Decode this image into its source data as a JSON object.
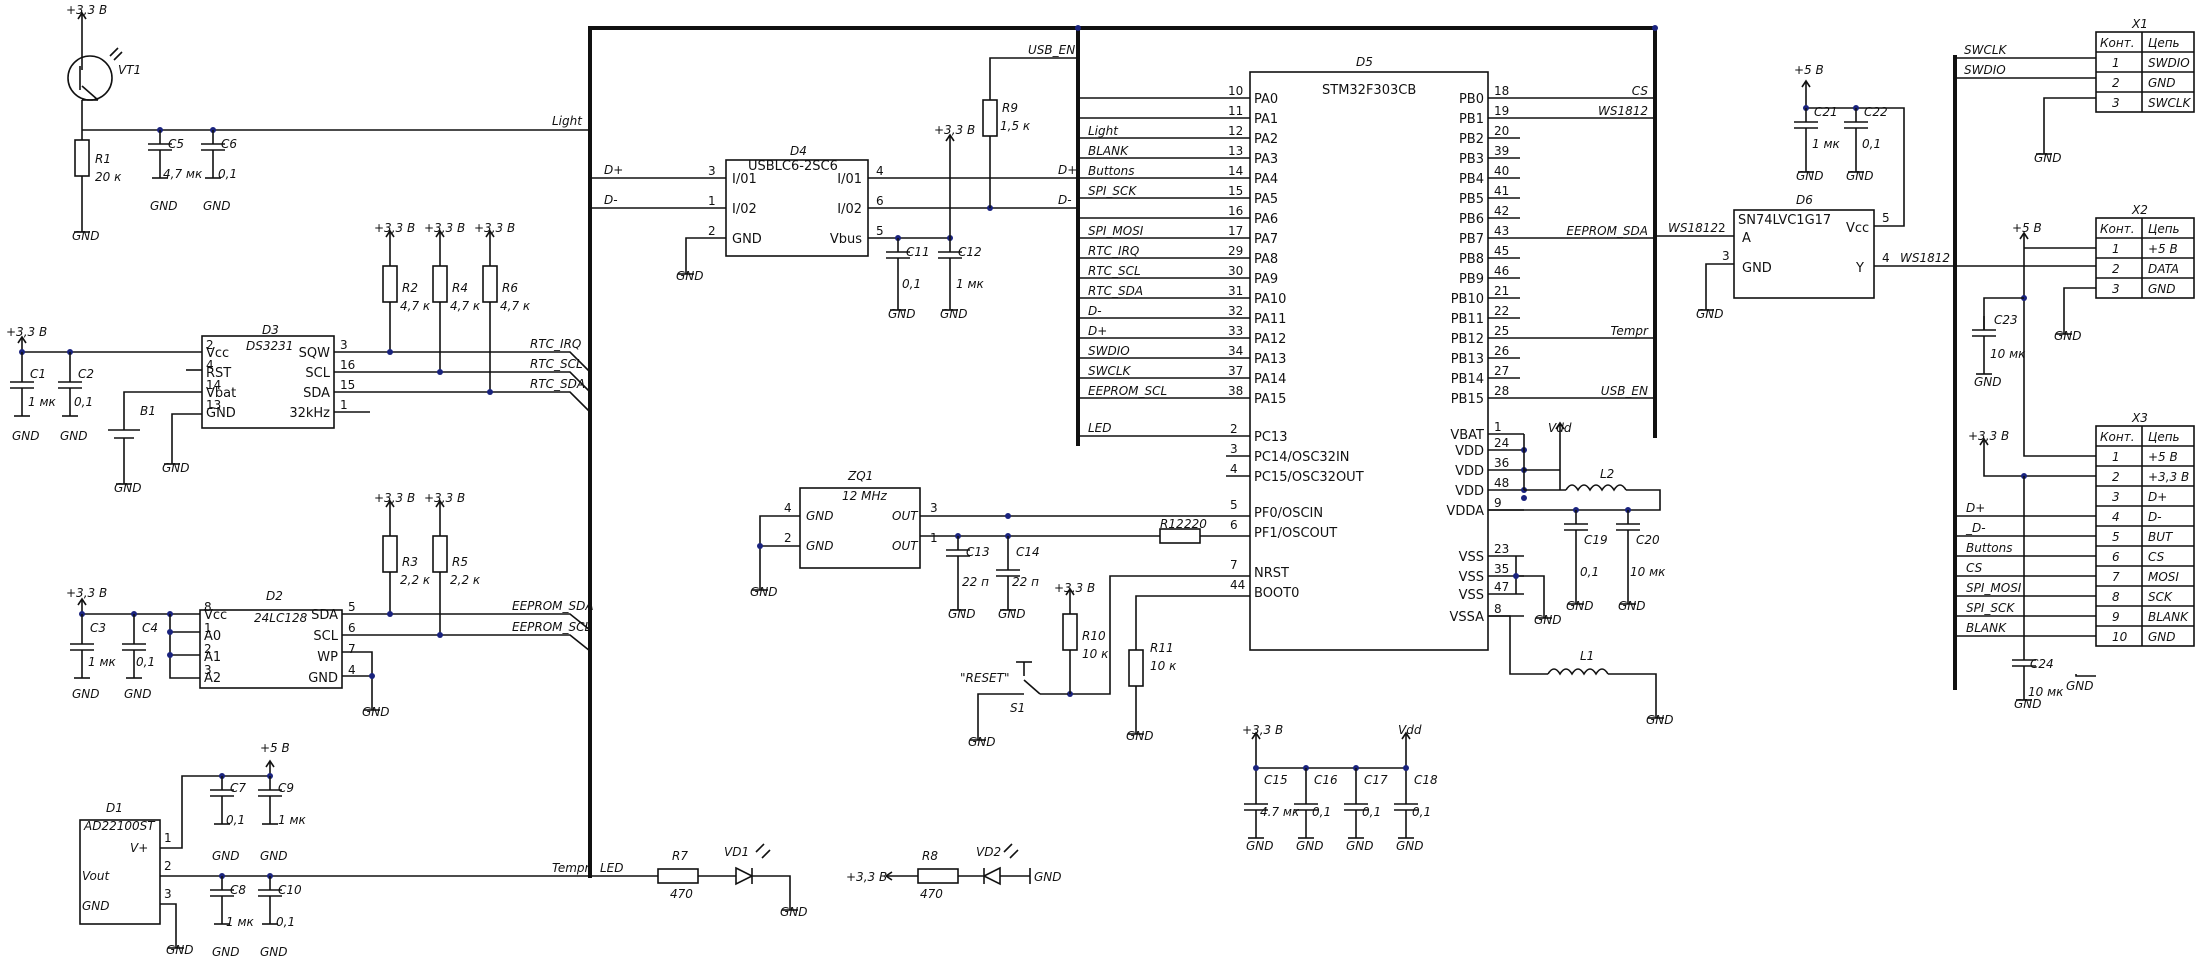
{
  "nets": {
    "p33": "+3,3 В",
    "p5": "+5 В",
    "gnd": "GND",
    "vdd": "Vdd",
    "light": "Light",
    "dplus": "D+",
    "dminus": "D-",
    "usb_en": "USB_EN",
    "rtc_irq": "RTC_IRQ",
    "rtc_scl": "RTC_SCL",
    "rtc_sda": "RTC_SDA",
    "eeprom_sda": "EEPROM_SDA",
    "eeprom_scl": "EEPROM_SCL",
    "tempr": "Tempr",
    "led": "LED",
    "cs": "CS",
    "ws1812": "WS1812",
    "swclk": "SWCLK",
    "swdio": "SWDIO",
    "reset": "\"RESET\""
  },
  "vt1": {
    "ref": "VT1"
  },
  "r1": {
    "ref": "R1",
    "val": "20 к"
  },
  "c5": {
    "ref": "C5",
    "val": "4,7 мк"
  },
  "c6": {
    "ref": "C6",
    "val": "0,1"
  },
  "r2": {
    "ref": "R2",
    "val": "4,7 к"
  },
  "r4": {
    "ref": "R4",
    "val": "4,7 к"
  },
  "r6": {
    "ref": "R6",
    "val": "4,7 к"
  },
  "r3": {
    "ref": "R3",
    "val": "2,2 к"
  },
  "r5": {
    "ref": "R5",
    "val": "2,2 к"
  },
  "c1": {
    "ref": "C1",
    "val": "1 мк"
  },
  "c2": {
    "ref": "C2",
    "val": "0,1"
  },
  "b1": {
    "ref": "B1"
  },
  "d3": {
    "ref": "D3",
    "name": "DS3231",
    "left": [
      "Vcc",
      "RST",
      "Vbat",
      "GND"
    ],
    "left_pins": [
      "2",
      "4",
      "14",
      "13"
    ],
    "right": [
      "SQW",
      "SCL",
      "SDA",
      "32kHz"
    ],
    "right_pins": [
      "3",
      "16",
      "15",
      "1"
    ]
  },
  "d2": {
    "ref": "D2",
    "name": "24LC128",
    "left": [
      "Vcc",
      "A0",
      "A1",
      "A2"
    ],
    "left_pins": [
      "8",
      "1",
      "2",
      "3"
    ],
    "right": [
      "SDA",
      "SCL",
      "WP",
      "GND"
    ],
    "right_pins": [
      "5",
      "6",
      "7",
      "4"
    ]
  },
  "c3": {
    "ref": "C3",
    "val": "1 мк"
  },
  "c4": {
    "ref": "C4",
    "val": "0,1"
  },
  "d1": {
    "ref": "D1",
    "name": "AD22100ST",
    "pins": [
      "V+",
      "Vout",
      "GND"
    ],
    "pin_nums": [
      "1",
      "2",
      "3"
    ]
  },
  "c7": {
    "ref": "C7",
    "val": "0,1"
  },
  "c9": {
    "ref": "C9",
    "val": "1 мк"
  },
  "c8": {
    "ref": "C8",
    "val": "1 мк"
  },
  "c10": {
    "ref": "C10",
    "val": "0,1"
  },
  "d4": {
    "ref": "D4",
    "name": "USBLC6-2SC6",
    "left": [
      "I/01",
      "I/02",
      "GND"
    ],
    "left_pins": [
      "3",
      "1",
      "2"
    ],
    "right": [
      "I/01",
      "I/02",
      "Vbus"
    ],
    "right_pins": [
      "4",
      "6",
      "5"
    ]
  },
  "r9": {
    "ref": "R9",
    "val": "1,5 к"
  },
  "c11": {
    "ref": "C11",
    "val": "0,1"
  },
  "c12": {
    "ref": "C12",
    "val": "1 мк"
  },
  "zq1": {
    "ref": "ZQ1",
    "val": "12 MHz",
    "left": [
      "GND",
      "GND"
    ],
    "right": [
      "OUT",
      "OUT"
    ],
    "pins": [
      "4",
      "2",
      "3",
      "1"
    ]
  },
  "c13": {
    "ref": "C13",
    "val": "22 п"
  },
  "c14": {
    "ref": "C14",
    "val": "22 п"
  },
  "r12": {
    "ref": "R12",
    "val": "220"
  },
  "r10": {
    "ref": "R10",
    "val": "10 к"
  },
  "r11": {
    "ref": "R11",
    "val": "10 к"
  },
  "s1": {
    "ref": "S1"
  },
  "r7": {
    "ref": "R7",
    "val": "470"
  },
  "vd1": {
    "ref": "VD1"
  },
  "r8": {
    "ref": "R8",
    "val": "470"
  },
  "vd2": {
    "ref": "VD2"
  },
  "d5": {
    "ref": "D5",
    "name": "STM32F303CB",
    "left_pins": [
      "10",
      "11",
      "12",
      "13",
      "14",
      "15",
      "16",
      "17",
      "29",
      "30",
      "31",
      "32",
      "33",
      "34",
      "37",
      "38"
    ],
    "left_names": [
      "PA0",
      "PA1",
      "PA2",
      "PA3",
      "PA4",
      "PA5",
      "PA6",
      "PA7",
      "PA8",
      "PA9",
      "PA10",
      "PA11",
      "PA12",
      "PA13",
      "PA14",
      "PA15"
    ],
    "left_nets": [
      "",
      "",
      "Light",
      "BLANK",
      "Buttons",
      "SPI_SCK",
      "",
      "SPI_MOSI",
      "RTC_IRQ",
      "RTC_SCL",
      "RTC_SDA",
      "D-",
      "D+",
      "SWDIO",
      "SWCLK",
      "EEPROM_SCL"
    ],
    "left2_pins": [
      "2",
      "3",
      "4",
      "5",
      "6",
      "7",
      "44"
    ],
    "left2_names": [
      "PC13",
      "PC14/OSC32IN",
      "PC15/OSC32OUT",
      "PF0/OSCIN",
      "PF1/OSCOUT",
      "NRST",
      "BOOT0"
    ],
    "right_pins": [
      "18",
      "19",
      "20",
      "39",
      "40",
      "41",
      "42",
      "43",
      "45",
      "46",
      "21",
      "22",
      "25",
      "26",
      "27",
      "28"
    ],
    "right_names": [
      "PB0",
      "PB1",
      "PB2",
      "PB3",
      "PB4",
      "PB5",
      "PB6",
      "PB7",
      "PB8",
      "PB9",
      "PB10",
      "PB11",
      "PB12",
      "PB13",
      "PB14",
      "PB15"
    ],
    "right_nets": [
      "CS",
      "WS1812",
      "",
      "",
      "",
      "",
      "",
      "EEPROM_SDA",
      "",
      "",
      "",
      "",
      "Tempr",
      "",
      "",
      "USB_EN"
    ],
    "pwr_pins": [
      "1",
      "24",
      "36",
      "48",
      "9",
      "23",
      "35",
      "47",
      "8"
    ],
    "pwr_names": [
      "VBAT",
      "VDD",
      "VDD",
      "VDD",
      "VDDA",
      "VSS",
      "VSS",
      "VSS",
      "VSSA"
    ]
  },
  "l1": {
    "ref": "L1"
  },
  "l2": {
    "ref": "L2"
  },
  "c19": {
    "ref": "C19",
    "val": "0,1"
  },
  "c20": {
    "ref": "C20",
    "val": "10 мк"
  },
  "c15": {
    "ref": "C15",
    "val": "4.7 мк"
  },
  "c16": {
    "ref": "C16",
    "val": "0,1"
  },
  "c17": {
    "ref": "C17",
    "val": "0,1"
  },
  "c18": {
    "ref": "C18",
    "val": "0,1"
  },
  "d6": {
    "ref": "D6",
    "name": "SN74LVC1G17",
    "pins": [
      "A",
      "GND",
      "Vcc",
      "Y"
    ],
    "pin_nums": [
      "2",
      "3",
      "5",
      "4"
    ]
  },
  "c21": {
    "ref": "C21",
    "val": "1 мк"
  },
  "c22": {
    "ref": "C22",
    "val": "0,1"
  },
  "c23": {
    "ref": "C23",
    "val": "10 мк"
  },
  "c24": {
    "ref": "C24",
    "val": "10 мк"
  },
  "x1": {
    "ref": "X1",
    "hdr": [
      "Конт.",
      "Цепь"
    ],
    "rows": [
      [
        "1",
        "SWDIO"
      ],
      [
        "2",
        "GND"
      ],
      [
        "3",
        "SWCLK"
      ]
    ]
  },
  "x2": {
    "ref": "X2",
    "hdr": [
      "Конт.",
      "Цепь"
    ],
    "rows": [
      [
        "1",
        "+5 В"
      ],
      [
        "2",
        "DATA"
      ],
      [
        "3",
        "GND"
      ]
    ]
  },
  "x3": {
    "ref": "X3",
    "hdr": [
      "Конт.",
      "Цепь"
    ],
    "rows": [
      [
        "1",
        "+5 В"
      ],
      [
        "2",
        "+3,3 В"
      ],
      [
        "3",
        "D+"
      ],
      [
        "4",
        "D-"
      ],
      [
        "5",
        "BUT"
      ],
      [
        "6",
        "CS"
      ],
      [
        "7",
        "MOSI"
      ],
      [
        "8",
        "SCK"
      ],
      [
        "9",
        "BLANK"
      ],
      [
        "10",
        "GND"
      ]
    ],
    "nets": [
      "",
      "",
      "D+",
      "_D-",
      "Buttons",
      "CS",
      "SPI_MOSI",
      "SPI_SCK",
      "BLANK",
      ""
    ]
  }
}
